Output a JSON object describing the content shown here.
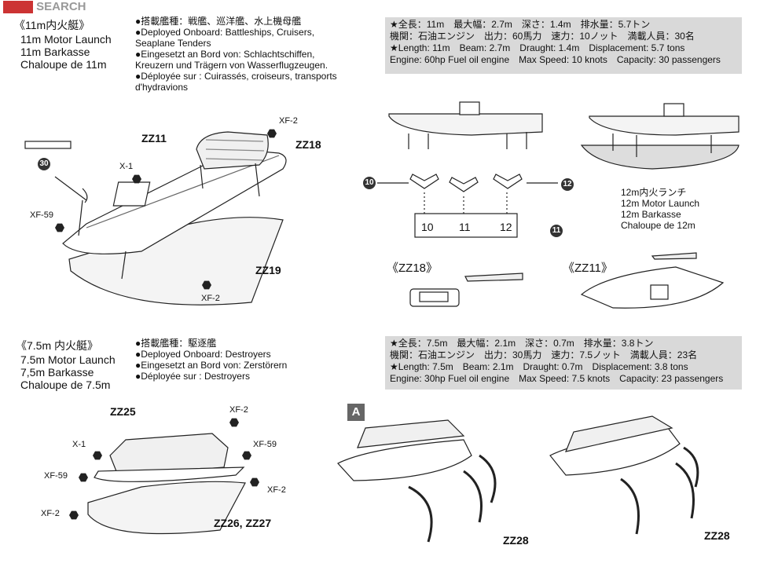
{
  "watermark": "SEARCH",
  "sec11": {
    "title_jp": "《11m内火艇》",
    "title_en": "11m Motor Launch",
    "title_de": "11m Barkasse",
    "title_fr": "Chaloupe de 11m",
    "deploy_jp": "●搭載艦種：戦艦、巡洋艦、水上機母艦",
    "deploy_en": "●Deployed Onboard: Battleships, Cruisers,",
    "deploy_en2": "Seaplane Tenders",
    "deploy_de": "●Eingesetzt an Bord von: Schlachtschiffen,",
    "deploy_de2": "Kreuzern und Trägern von Wasserflugzeugen.",
    "deploy_fr": "●Déployée sur : Cuirassés, croiseurs, transports",
    "deploy_fr2": "d'hydravions"
  },
  "spec11": {
    "line1": "★全長：11m　最大幅：2.7m　深さ：1.4m　排水量：5.7トン",
    "line2": "機関：石油エンジン　出力：60馬力　速力：10ノット　満載人員：30名",
    "line3": "★Length: 11m　Beam: 2.7m　Draught: 1.4m　Displacement: 5.7 tons",
    "line4": "Engine: 60hp Fuel oil engine　Max Speed: 10 knots　Capacity: 30 passengers"
  },
  "parts_top": {
    "zz11": "ZZ11",
    "zz18": "ZZ18",
    "zz19": "ZZ19",
    "x1": "X-1",
    "xf2a": "XF-2",
    "xf2b": "XF-2",
    "xf59": "XF-59",
    "num30": "30",
    "num10": "10",
    "num11": "11",
    "num12": "12",
    "lab10": "10",
    "lab11": "11",
    "lab12": "12"
  },
  "sec12": {
    "jp": "12m内火ランチ",
    "en": "12m Motor Launch",
    "de": "12m Barkasse",
    "fr": "Chaloupe de 12m"
  },
  "sub": {
    "zz18": "《ZZ18》",
    "zz11": "《ZZ11》"
  },
  "sec75": {
    "title_jp": "《7.5m 内火艇》",
    "title_en": "7.5m Motor Launch",
    "title_de": "7,5m Barkasse",
    "title_fr": "Chaloupe de 7.5m",
    "deploy_jp": "●搭載艦種：駆逐艦",
    "deploy_en": "●Deployed Onboard: Destroyers",
    "deploy_de": "●Eingesetzt an Bord von: Zerstörern",
    "deploy_fr": "●Déployée sur : Destroyers"
  },
  "spec75": {
    "line1": "★全長：7.5m　最大幅：2.1m　深さ：0.7m　排水量：3.8トン",
    "line2": "機関：石油エンジン　出力：30馬力　速力：7.5ノット　満載人員：23名",
    "line3": "★Length: 7.5m　Beam: 2.1m　Draught: 0.7m　Displacement: 3.8 tons",
    "line4": "Engine: 30hp Fuel oil engine　Max Speed: 7.5 knots　Capacity: 23 passengers"
  },
  "parts_bottom": {
    "zz25": "ZZ25",
    "zz2627": "ZZ26, ZZ27",
    "x1": "X-1",
    "xf2a": "XF-2",
    "xf2b": "XF-2",
    "xf2c": "XF-2",
    "xf59a": "XF-59",
    "xf59b": "XF-59",
    "a": "A",
    "zz28a": "ZZ28",
    "zz28b": "ZZ28"
  }
}
